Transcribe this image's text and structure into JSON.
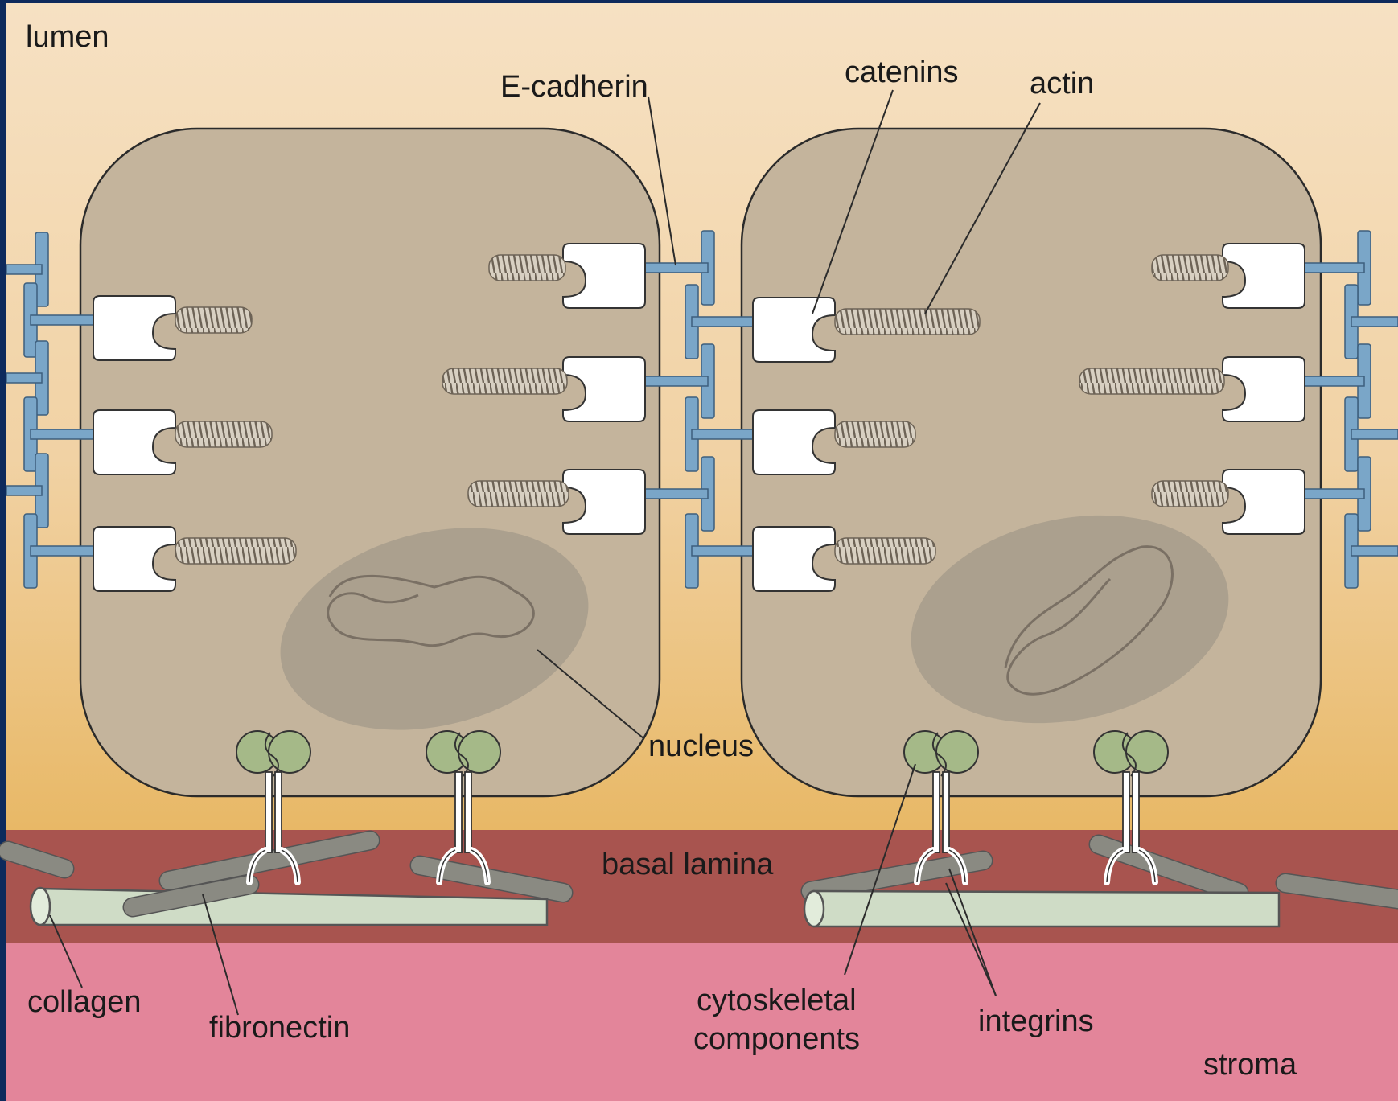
{
  "labels": {
    "lumen": "lumen",
    "e_cadherin": "E-cadherin",
    "catenins": "catenins",
    "actin": "actin",
    "nucleus": "nucleus",
    "basal_lamina": "basal lamina",
    "collagen": "collagen",
    "fibronectin": "fibronectin",
    "cytoskeletal_line1": "cytoskeletal",
    "cytoskeletal_line2": "components",
    "integrins": "integrins",
    "stroma": "stroma"
  },
  "colors": {
    "frame": "#0d2a5c",
    "lumen_top": "#f5dfc0",
    "lumen_bottom": "#e9b96a",
    "cell_fill": "#c4b49c",
    "cell_stroke": "#2b2b2b",
    "nucleus_fill": "#a39a8a",
    "basal_lamina": "#a8544f",
    "stroma": "#e3859a",
    "e_cadherin": "#7aa6c8",
    "catenin": "#ffffff",
    "actin": "#8a7e70",
    "collagen": "#cfdcc6",
    "fibronectin": "#8a8a82",
    "integrin_head": "#a5b988"
  }
}
